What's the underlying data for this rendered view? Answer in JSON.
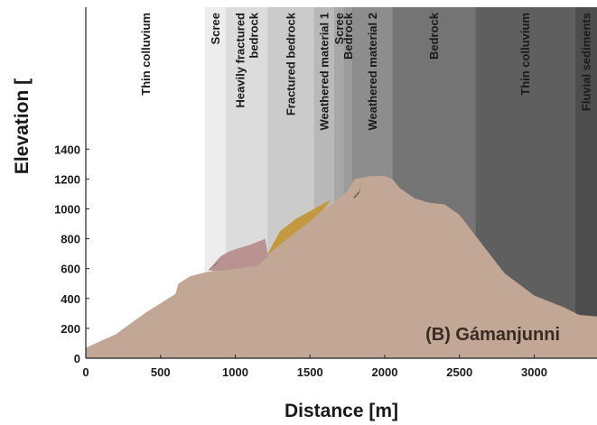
{
  "chart_data": {
    "type": "area",
    "xlabel": "Distance [m]",
    "ylabel": "Elevation [",
    "panel_label": "(B) Gámanjunni",
    "xlim": [
      0,
      3420
    ],
    "ylim": [
      0,
      2350
    ],
    "xticks": [
      0,
      500,
      1000,
      1500,
      2000,
      2500,
      3000
    ],
    "yticks": [
      0,
      200,
      400,
      600,
      800,
      1000,
      1200,
      1400
    ],
    "zones": [
      {
        "label": "Thin colluvium",
        "x0": 0,
        "x1": 795,
        "color": "#ffffff"
      },
      {
        "label": "Scree",
        "x0": 795,
        "x1": 935,
        "color": "#ededed"
      },
      {
        "label": "Heavily fractured bedrock",
        "x0": 935,
        "x1": 1215,
        "color": "#dcdcdc"
      },
      {
        "label": "Fractured bedrock",
        "x0": 1215,
        "x1": 1525,
        "color": "#cbcbcb"
      },
      {
        "label": "Weathered material 1",
        "x0": 1525,
        "x1": 1660,
        "color": "#b9b9b9"
      },
      {
        "label": "Scree",
        "x0": 1660,
        "x1": 1725,
        "color": "#a7a7a7"
      },
      {
        "label": "Bedrock",
        "x0": 1725,
        "x1": 1780,
        "color": "#9b9b9b"
      },
      {
        "label": "Weathered material 2",
        "x0": 1780,
        "x1": 2050,
        "color": "#8d8d8d"
      },
      {
        "label": "Bedrock",
        "x0": 2050,
        "x1": 2605,
        "color": "#747474"
      },
      {
        "label": "Thin colluvium",
        "x0": 2605,
        "x1": 3270,
        "color": "#5f5f5f"
      },
      {
        "label": "Fluvial sediments",
        "x0": 3270,
        "x1": 3420,
        "color": "#4d4d4d"
      }
    ],
    "series": [
      {
        "fill": "#c3a796",
        "x": [
          0,
          200,
          400,
          600,
          620,
          700,
          800,
          900,
          1000,
          1200,
          1400,
          1600,
          1650,
          1750,
          1800,
          1860,
          1900,
          2000,
          2050,
          2100,
          2200,
          2300,
          2400,
          2500,
          2600,
          2700,
          2800,
          3000,
          3200,
          3300,
          3420
        ],
        "y": [
          70,
          160,
          305,
          430,
          500,
          550,
          575,
          590,
          610,
          680,
          840,
          1000,
          1035,
          1120,
          1200,
          1210,
          1220,
          1220,
          1200,
          1140,
          1070,
          1040,
          1030,
          960,
          830,
          700,
          570,
          420,
          340,
          290,
          280
        ]
      },
      {
        "fill": "#c4983f",
        "x": [
          1200,
          1300,
          1400,
          1500,
          1600,
          1640,
          1600,
          1500,
          1400,
          1300,
          1200
        ],
        "y": [
          670,
          850,
          930,
          985,
          1040,
          1060,
          1005,
          915,
          840,
          760,
          680
        ]
      },
      {
        "fill": "#b89391",
        "x": [
          820,
          900,
          950,
          1000,
          1100,
          1200,
          1220,
          1150,
          1050,
          950,
          860
        ],
        "y": [
          590,
          680,
          710,
          730,
          760,
          800,
          680,
          620,
          605,
          590,
          585
        ]
      },
      {
        "fill": "#5a3a2a",
        "x": [
          820,
          850,
          880,
          900,
          870,
          830
        ],
        "y": [
          590,
          610,
          640,
          665,
          625,
          595
        ]
      },
      {
        "fill": "#5a3a2a",
        "x": [
          1790,
          1810,
          1830,
          1845,
          1830,
          1800
        ],
        "y": [
          1075,
          1095,
          1120,
          1180,
          1110,
          1075
        ]
      }
    ]
  }
}
